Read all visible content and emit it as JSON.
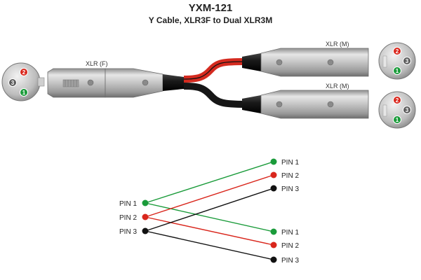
{
  "header": {
    "title": "YXM-121",
    "subtitle": "Y Cable, XLR3F to Dual XLR3M"
  },
  "cable": {
    "female_label": "XLR (F)",
    "male_top_label": "XLR (M)",
    "male_bottom_label": "XLR (M)",
    "female_face_pins": [
      "2",
      "3",
      "1"
    ],
    "male_top_face_pins": [
      "2",
      "3",
      "1"
    ],
    "male_bottom_face_pins": [
      "2",
      "3",
      "1"
    ]
  },
  "wiring": {
    "left": [
      "PIN 1",
      "PIN 2",
      "PIN 3"
    ],
    "right_top": [
      "PIN 1",
      "PIN 2",
      "PIN 3"
    ],
    "right_bottom": [
      "PIN 1",
      "PIN 2",
      "PIN 3"
    ]
  },
  "colors": {
    "pin1": "#1a9b3a",
    "pin2": "#d9261c",
    "pin3": "#111111",
    "metal": "#b8b8b8",
    "red_cable": "#d42a1f",
    "black_cable": "#161616"
  }
}
